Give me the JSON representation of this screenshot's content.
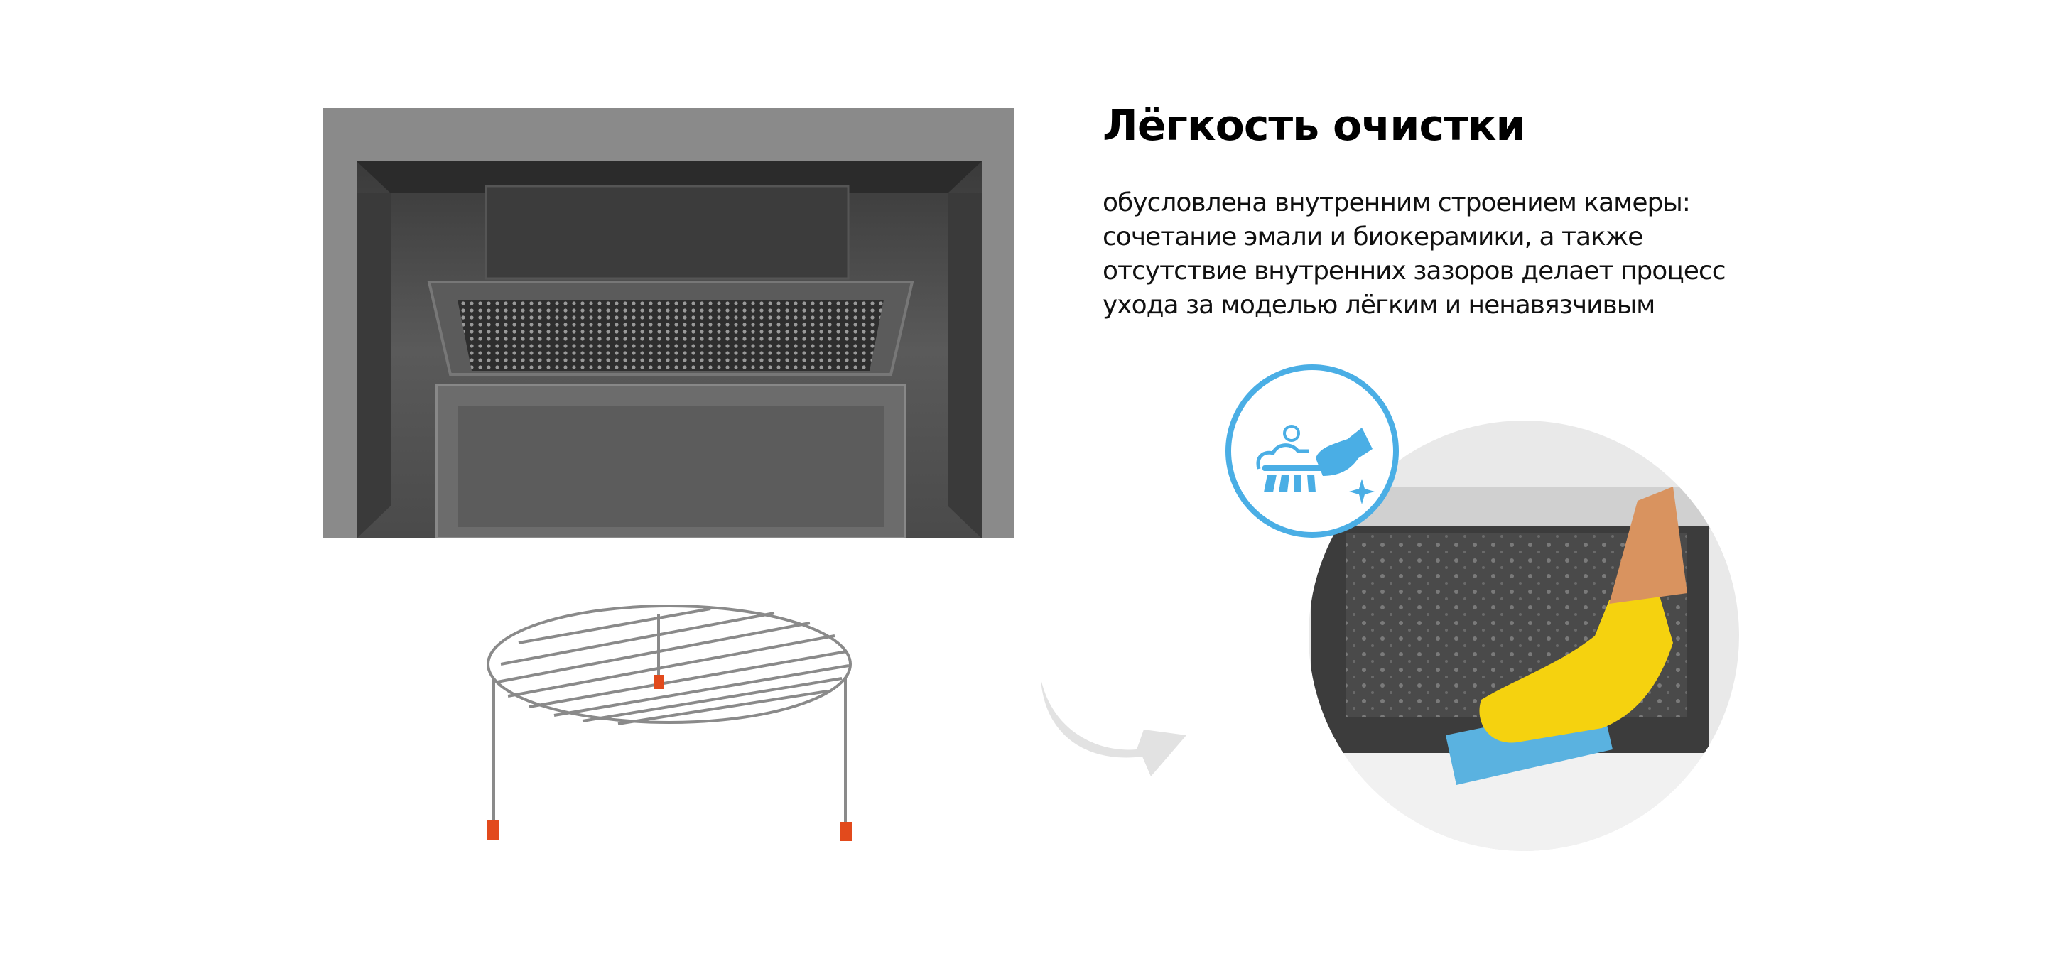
{
  "heading": "Лёгкость очистки",
  "description_lines": [
    "обусловлена внутренним строением камеры:",
    "сочетание эмали и биокерамики, а также",
    "отсутствие внутренних зазоров делает процесс",
    "ухода за моделью лёгким и ненавязчивым"
  ],
  "colors": {
    "accent": "#4aaee5",
    "glove": "#f5d20f",
    "sponge": "#5ab2e0",
    "rack_feet": "#e24a1c"
  },
  "icons": [
    "cleaning-brush-hand-icon",
    "curved-arrow-icon"
  ]
}
